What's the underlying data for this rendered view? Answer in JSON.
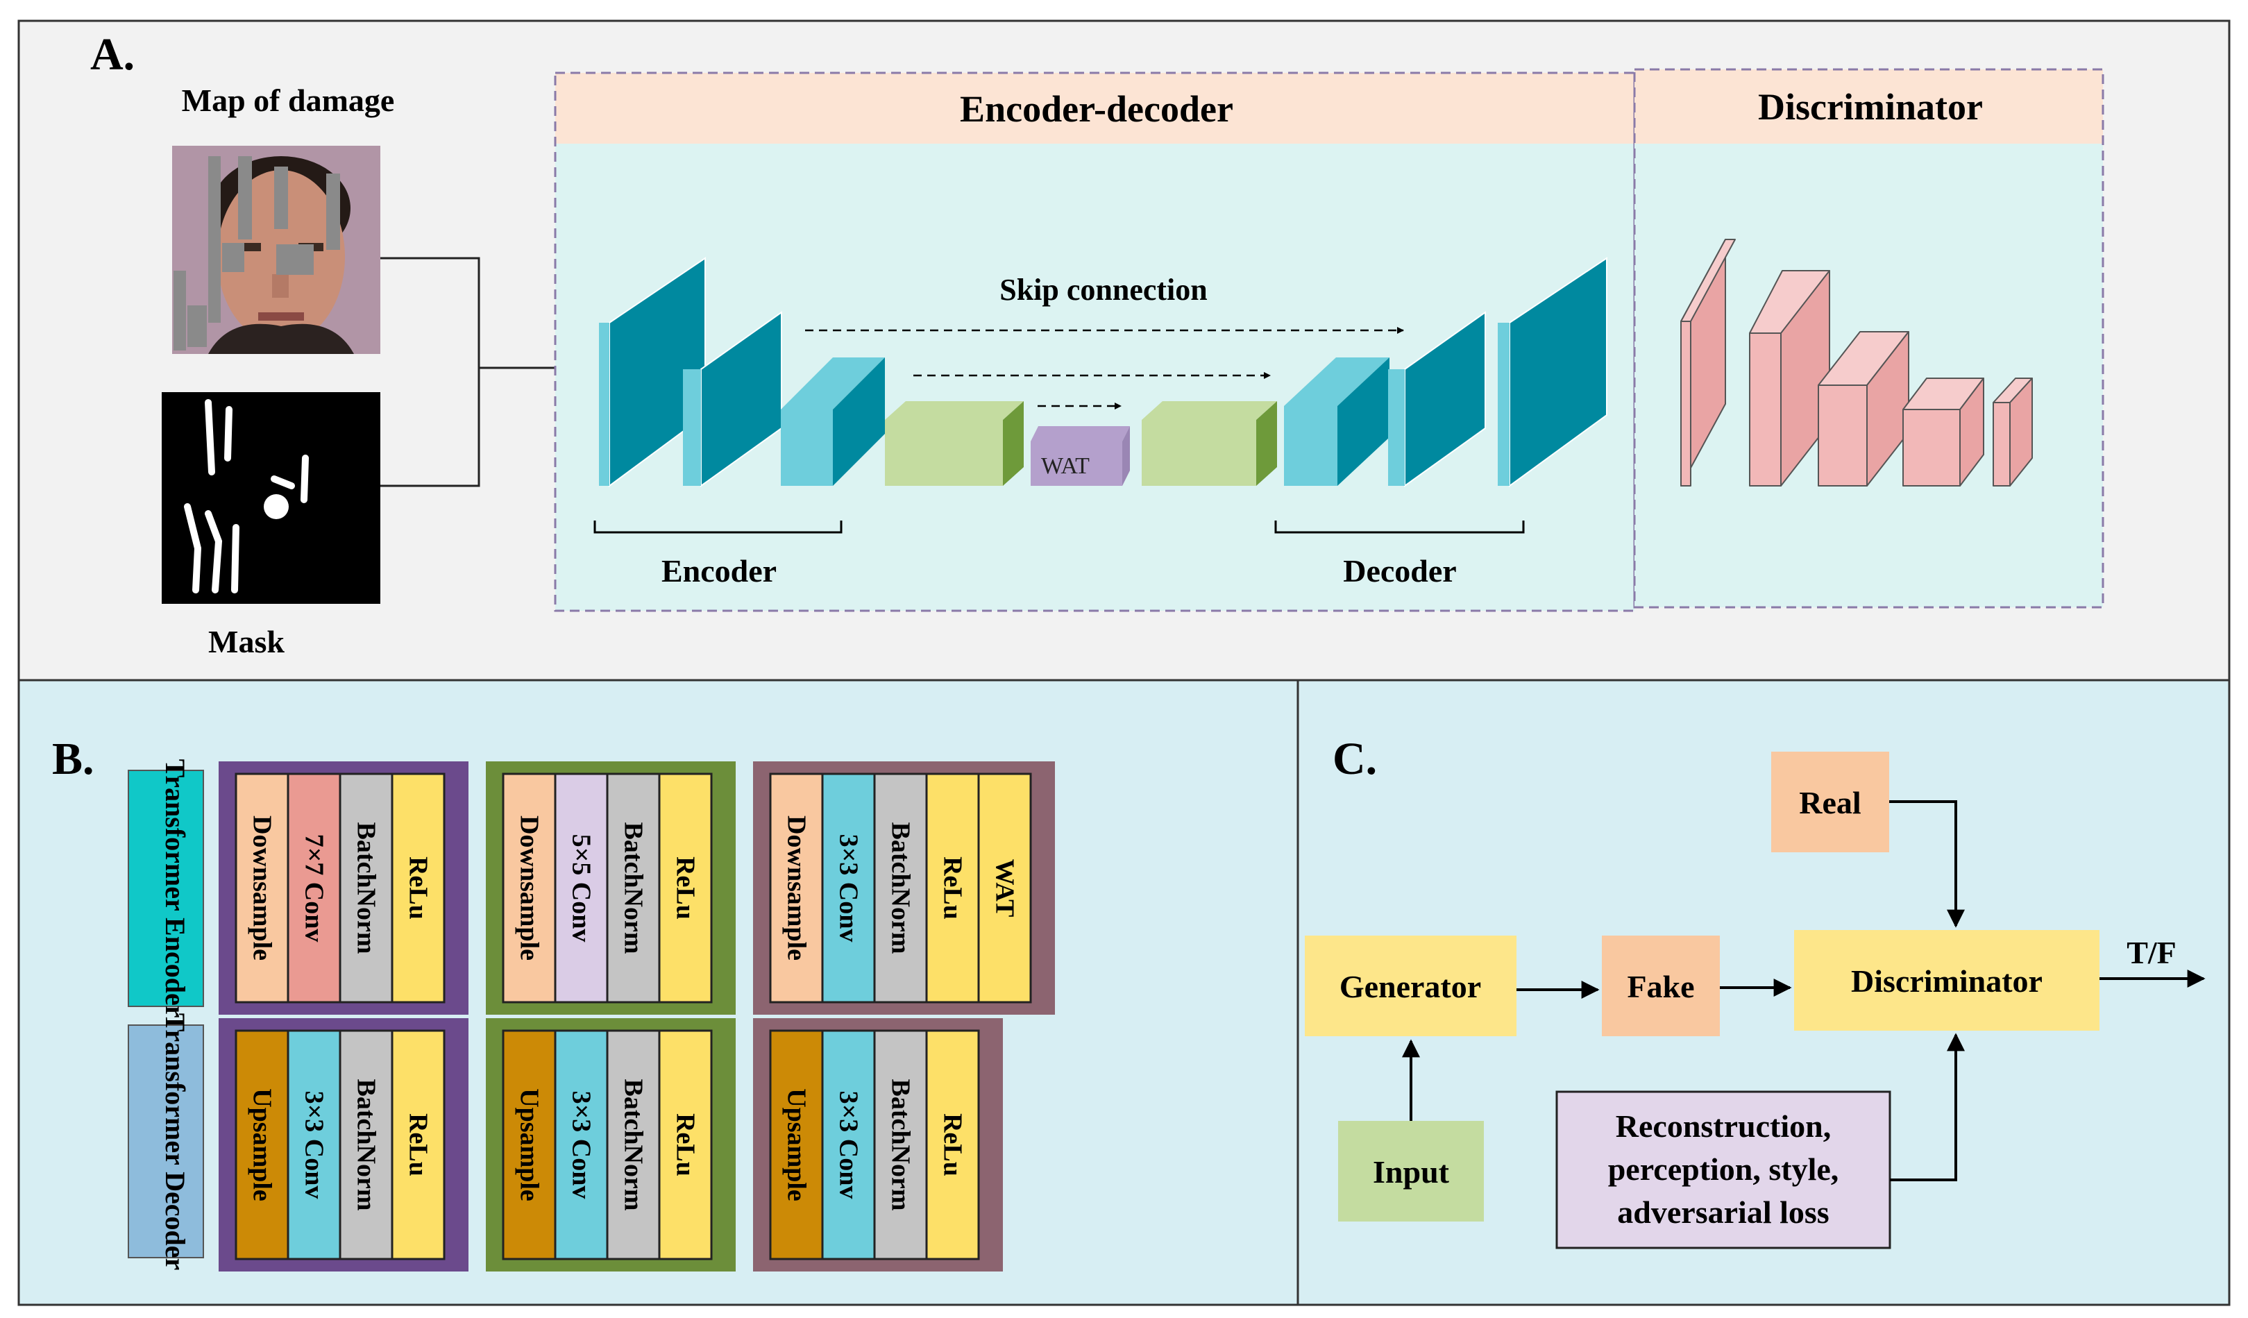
{
  "panel_a": {
    "label": "A.",
    "map_label": "Map of damage",
    "mask_label": "Mask",
    "encoder_decoder_title": "Encoder-decoder",
    "discriminator_title": "Discriminator",
    "skip_label": "Skip connection",
    "wat_label": "WAT",
    "encoder_label": "Encoder",
    "decoder_label": "Decoder"
  },
  "panel_b": {
    "label": "B.",
    "encoder_row_label": "Transformer Encoder",
    "decoder_row_label": "Transformer Decoder",
    "encoder_groups": [
      {
        "border": "#6b4a8c",
        "bars": [
          {
            "text": "Downsample",
            "color": "#f9c8a0"
          },
          {
            "text": "7×7 Conv",
            "color": "#ea9a92"
          },
          {
            "text": "BatchNorm",
            "color": "#c4c4c4"
          },
          {
            "text": "ReLu",
            "color": "#fde068"
          }
        ]
      },
      {
        "border": "#6c8e3a",
        "bars": [
          {
            "text": "Downsample",
            "color": "#f9c8a0"
          },
          {
            "text": "5×5 Conv",
            "color": "#dacce6"
          },
          {
            "text": "BatchNorm",
            "color": "#c4c4c4"
          },
          {
            "text": "ReLu",
            "color": "#fde068"
          }
        ]
      },
      {
        "border": "#8c6470",
        "bars": [
          {
            "text": "Downsample",
            "color": "#f9c8a0"
          },
          {
            "text": "3×3 Conv",
            "color": "#6ecedc"
          },
          {
            "text": "BatchNorm",
            "color": "#c4c4c4"
          },
          {
            "text": "ReLu",
            "color": "#fde068"
          },
          {
            "text": "WAT",
            "color": "#fde068"
          }
        ]
      }
    ],
    "decoder_groups": [
      {
        "border": "#6b4a8c",
        "bars": [
          {
            "text": "Upsample",
            "color": "#cc8a06"
          },
          {
            "text": "3×3 Conv",
            "color": "#6ecedc"
          },
          {
            "text": "BatchNorm",
            "color": "#c4c4c4"
          },
          {
            "text": "ReLu",
            "color": "#fde068"
          }
        ]
      },
      {
        "border": "#6c8e3a",
        "bars": [
          {
            "text": "Upsample",
            "color": "#cc8a06"
          },
          {
            "text": "3×3 Conv",
            "color": "#6ecedc"
          },
          {
            "text": "BatchNorm",
            "color": "#c4c4c4"
          },
          {
            "text": "ReLu",
            "color": "#fde068"
          }
        ]
      },
      {
        "border": "#8c6470",
        "bars": [
          {
            "text": "Upsample",
            "color": "#cc8a06"
          },
          {
            "text": "3×3 Conv",
            "color": "#6ecedc"
          },
          {
            "text": "BatchNorm",
            "color": "#c4c4c4"
          },
          {
            "text": "ReLu",
            "color": "#fde068"
          }
        ]
      }
    ]
  },
  "panel_c": {
    "label": "C.",
    "real": "Real",
    "generator": "Generator",
    "fake": "Fake",
    "discriminator": "Discriminator",
    "output": "T/F",
    "input": "Input",
    "loss_lines": [
      "Reconstruction,",
      "perception, style,",
      "adversarial loss"
    ]
  },
  "colors": {
    "panel_a_bg": "#f2f2f2",
    "panel_bc_bg": "#d7eef3",
    "header_bg": "#fce4d4",
    "model_bg": "#dcf3f2",
    "dark_teal": "#00899f",
    "light_teal": "#6ecedc",
    "light_green": "#c4dca0",
    "dark_green": "#6e9a3a",
    "wat_purple": "#b4a0cc",
    "disc_pink": "#f2b8b8",
    "real_orange": "#f9c8a0",
    "box_yellow": "#fde68a",
    "input_green": "#c4dca0",
    "loss_purple": "#e2d6ea"
  }
}
